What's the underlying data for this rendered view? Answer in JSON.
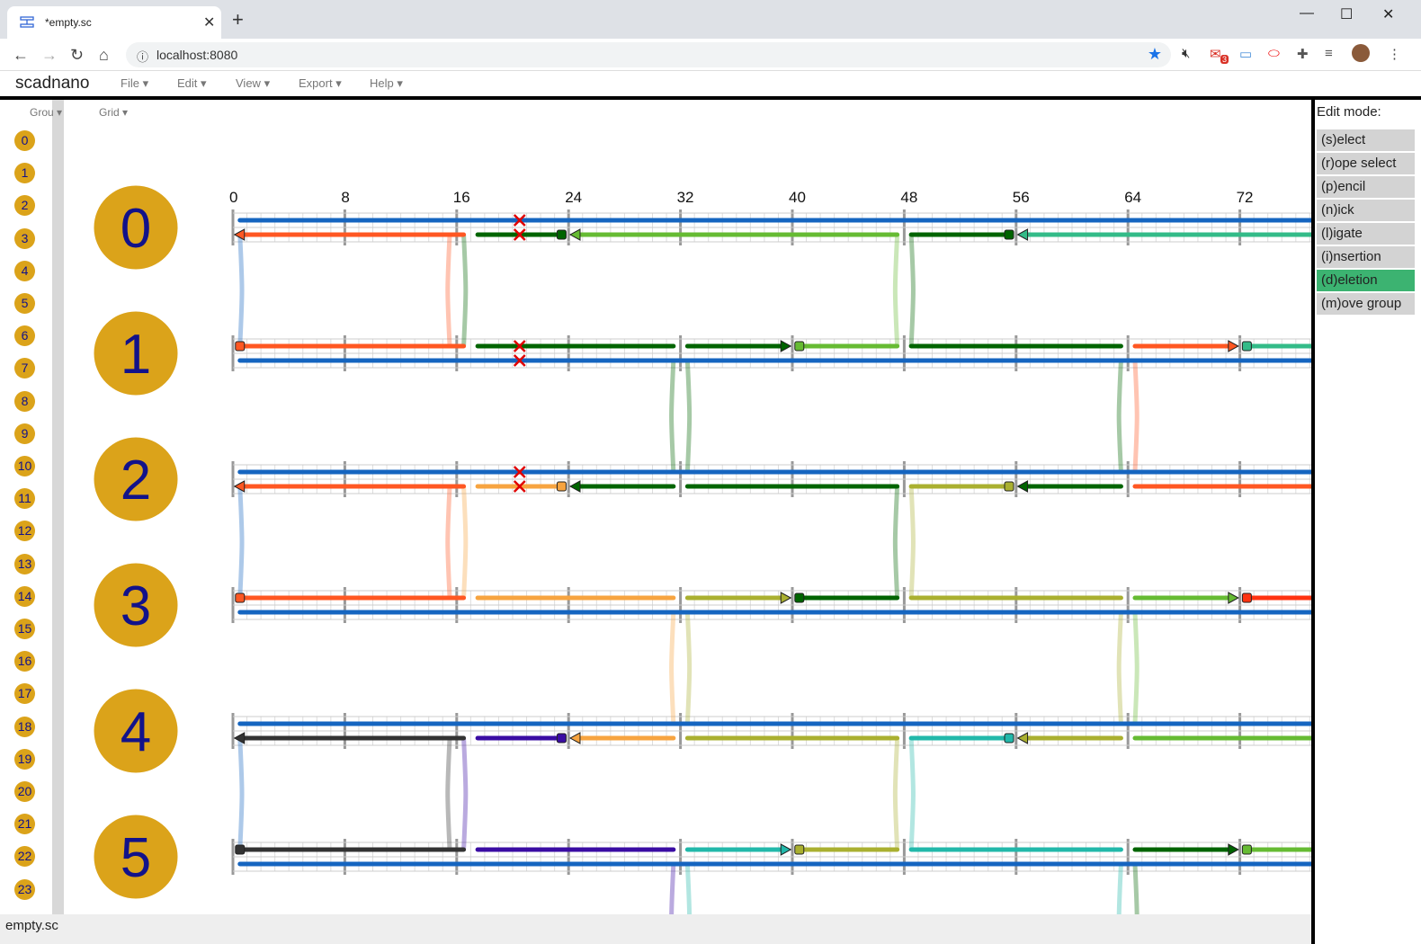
{
  "browser": {
    "tab_title": "*empty.sc",
    "url": "localhost:8080",
    "extension_badge": "3"
  },
  "app": {
    "name": "scadnano",
    "menus": [
      "File",
      "Edit",
      "View",
      "Export",
      "Help"
    ],
    "side_menus": [
      "Grou",
      "Grid"
    ],
    "helix_indices": [
      "0",
      "1",
      "2",
      "3",
      "4",
      "5",
      "6",
      "7",
      "8",
      "9",
      "10",
      "11",
      "12",
      "13",
      "14",
      "15",
      "16",
      "17",
      "18",
      "19",
      "20",
      "21",
      "22",
      "23"
    ],
    "big_helix_labels": [
      "0",
      "1",
      "2",
      "3",
      "4",
      "5"
    ],
    "ruler_ticks": [
      "0",
      "8",
      "16",
      "24",
      "32",
      "40",
      "48",
      "56",
      "64",
      "72"
    ]
  },
  "edit_panel": {
    "title": "Edit mode:",
    "modes": [
      {
        "label": "(s)elect",
        "active": false
      },
      {
        "label": "(r)ope select",
        "active": false
      },
      {
        "label": "(p)encil",
        "active": false
      },
      {
        "label": "(n)ick",
        "active": false
      },
      {
        "label": "(l)igate",
        "active": false
      },
      {
        "label": "(i)nsertion",
        "active": false
      },
      {
        "label": "(d)eletion",
        "active": true
      },
      {
        "label": "(m)ove group",
        "active": false
      }
    ]
  },
  "status": {
    "filename": "empty.sc"
  },
  "colors": {
    "accent_active": "#3cb371",
    "helix_circle": "#dba31a",
    "helix_label": "#12128a",
    "scaffold": "#1565c0",
    "deletion_mark": "#e00000"
  },
  "design": {
    "helices": 6,
    "max_offset": 80,
    "deletions": [
      {
        "helix": 0,
        "offset": 20
      },
      {
        "helix": 1,
        "offset": 20
      },
      {
        "helix": 2,
        "offset": 20
      }
    ],
    "strands": [
      {
        "color": "#1565c0",
        "segments": [
          [
            0,
            "top",
            0,
            80
          ],
          [
            1,
            "bot",
            0,
            80
          ],
          [
            2,
            "top",
            0,
            80
          ],
          [
            3,
            "bot",
            0,
            80
          ],
          [
            4,
            "top",
            0,
            80
          ],
          [
            5,
            "bot",
            0,
            80
          ]
        ]
      },
      {
        "color": "#ff5722",
        "segments": [
          [
            0,
            "bot",
            0,
            16
          ],
          [
            1,
            "top",
            0,
            16
          ]
        ]
      },
      {
        "color": "#006400",
        "segments": [
          [
            0,
            "bot",
            17,
            23
          ],
          [
            1,
            "top",
            17,
            31
          ]
        ]
      },
      {
        "color": "#66bb33",
        "segments": [
          [
            0,
            "bot",
            24,
            47
          ],
          [
            1,
            "top",
            40,
            47
          ]
        ]
      },
      {
        "color": "#006400",
        "segments": [
          [
            0,
            "bot",
            48,
            55
          ],
          [
            1,
            "top",
            48,
            63
          ]
        ]
      },
      {
        "color": "#33bb88",
        "segments": [
          [
            0,
            "bot",
            56,
            80
          ],
          [
            1,
            "top",
            72,
            80
          ]
        ]
      },
      {
        "color": "#006400",
        "segments": [
          [
            1,
            "top",
            32,
            39
          ],
          [
            2,
            "bot",
            24,
            31
          ]
        ]
      },
      {
        "color": "#006400",
        "segments": [
          [
            2,
            "bot",
            32,
            47
          ],
          [
            3,
            "top",
            40,
            47
          ]
        ]
      },
      {
        "color": "#ff5722",
        "segments": [
          [
            1,
            "top",
            64,
            71
          ],
          [
            2,
            "bot",
            64,
            80
          ]
        ]
      },
      {
        "color": "#ff5722",
        "segments": [
          [
            2,
            "bot",
            0,
            16
          ],
          [
            3,
            "top",
            0,
            16
          ]
        ]
      },
      {
        "color": "#f7a440",
        "segments": [
          [
            2,
            "bot",
            17,
            23
          ],
          [
            3,
            "top",
            17,
            31
          ],
          [
            4,
            "bot",
            24,
            31
          ]
        ]
      },
      {
        "color": "#aab030",
        "segments": [
          [
            2,
            "bot",
            48,
            55
          ],
          [
            3,
            "top",
            48,
            63
          ]
        ]
      },
      {
        "color": "#006400",
        "segments": [
          [
            2,
            "bot",
            56,
            63
          ]
        ]
      },
      {
        "color": "#aab030",
        "segments": [
          [
            3,
            "top",
            32,
            39
          ],
          [
            4,
            "bot",
            32,
            47
          ],
          [
            5,
            "top",
            40,
            47
          ]
        ]
      },
      {
        "color": "#66bb33",
        "segments": [
          [
            3,
            "top",
            64,
            71
          ],
          [
            4,
            "bot",
            64,
            80
          ]
        ]
      },
      {
        "color": "#ff3311",
        "segments": [
          [
            3,
            "top",
            72,
            80
          ]
        ]
      },
      {
        "color": "#333333",
        "segments": [
          [
            4,
            "bot",
            0,
            16
          ],
          [
            5,
            "top",
            0,
            16
          ]
        ]
      },
      {
        "color": "#3a0ca3",
        "segments": [
          [
            4,
            "bot",
            17,
            23
          ],
          [
            5,
            "top",
            17,
            31
          ]
        ]
      },
      {
        "color": "#aab030",
        "segments": [
          [
            4,
            "bot",
            56,
            63
          ]
        ]
      },
      {
        "color": "#22b8aa",
        "segments": [
          [
            4,
            "bot",
            48,
            55
          ],
          [
            5,
            "top",
            48,
            63
          ]
        ]
      },
      {
        "color": "#22b8aa",
        "segments": [
          [
            5,
            "top",
            32,
            39
          ]
        ]
      },
      {
        "color": "#006400",
        "segments": [
          [
            5,
            "top",
            64,
            71
          ]
        ]
      },
      {
        "color": "#66bb33",
        "segments": [
          [
            5,
            "top",
            72,
            80
          ]
        ]
      }
    ],
    "crossovers": [
      {
        "color": "#1565c0",
        "offset": 0,
        "from": 0,
        "to": 1
      },
      {
        "color": "#ff5722",
        "offset": 15,
        "from": 0,
        "to": 1
      },
      {
        "color": "#006400",
        "offset": 16,
        "from": 0,
        "to": 1
      },
      {
        "color": "#66bb33",
        "offset": 47,
        "from": 0,
        "to": 1
      },
      {
        "color": "#006400",
        "offset": 48,
        "from": 0,
        "to": 1
      },
      {
        "color": "#006400",
        "offset": 31,
        "from": 1,
        "to": 2
      },
      {
        "color": "#006400",
        "offset": 32,
        "from": 1,
        "to": 2
      },
      {
        "color": "#006400",
        "offset": 63,
        "from": 1,
        "to": 2
      },
      {
        "color": "#ff5722",
        "offset": 64,
        "from": 1,
        "to": 2
      },
      {
        "color": "#1565c0",
        "offset": 0,
        "from": 2,
        "to": 3
      },
      {
        "color": "#ff5722",
        "offset": 15,
        "from": 2,
        "to": 3
      },
      {
        "color": "#f7a440",
        "offset": 16,
        "from": 2,
        "to": 3
      },
      {
        "color": "#006400",
        "offset": 47,
        "from": 2,
        "to": 3
      },
      {
        "color": "#aab030",
        "offset": 48,
        "from": 2,
        "to": 3
      },
      {
        "color": "#f7a440",
        "offset": 31,
        "from": 3,
        "to": 4
      },
      {
        "color": "#aab030",
        "offset": 32,
        "from": 3,
        "to": 4
      },
      {
        "color": "#aab030",
        "offset": 63,
        "from": 3,
        "to": 4
      },
      {
        "color": "#66bb33",
        "offset": 64,
        "from": 3,
        "to": 4
      },
      {
        "color": "#1565c0",
        "offset": 0,
        "from": 4,
        "to": 5
      },
      {
        "color": "#333333",
        "offset": 15,
        "from": 4,
        "to": 5
      },
      {
        "color": "#3a0ca3",
        "offset": 16,
        "from": 4,
        "to": 5
      },
      {
        "color": "#aab030",
        "offset": 47,
        "from": 4,
        "to": 5
      },
      {
        "color": "#22b8aa",
        "offset": 48,
        "from": 4,
        "to": 5
      },
      {
        "color": "#3a0ca3",
        "offset": 31,
        "from": 5,
        "to": 6
      },
      {
        "color": "#22b8aa",
        "offset": 32,
        "from": 5,
        "to": 6
      },
      {
        "color": "#22b8aa",
        "offset": 63,
        "from": 5,
        "to": 6
      },
      {
        "color": "#006400",
        "offset": 64,
        "from": 5,
        "to": 6
      }
    ],
    "ends_5p": [
      {
        "helix": 0,
        "offset": 23,
        "color": "#006400"
      },
      {
        "helix": 0,
        "offset": 55,
        "color": "#006400"
      },
      {
        "helix": 1,
        "offset": 0,
        "color": "#ff5722"
      },
      {
        "helix": 1,
        "offset": 40,
        "color": "#66bb33"
      },
      {
        "helix": 1,
        "offset": 72,
        "color": "#33bb88"
      },
      {
        "helix": 2,
        "offset": 23,
        "color": "#f7a440"
      },
      {
        "helix": 2,
        "offset": 55,
        "color": "#aab030"
      },
      {
        "helix": 3,
        "offset": 0,
        "color": "#ff5722"
      },
      {
        "helix": 3,
        "offset": 40,
        "color": "#006400"
      },
      {
        "helix": 3,
        "offset": 72,
        "color": "#ff3311"
      },
      {
        "helix": 4,
        "offset": 23,
        "color": "#3a0ca3"
      },
      {
        "helix": 4,
        "offset": 55,
        "color": "#22b8aa"
      },
      {
        "helix": 5,
        "offset": 0,
        "color": "#333333"
      },
      {
        "helix": 5,
        "offset": 40,
        "color": "#aab030"
      },
      {
        "helix": 5,
        "offset": 72,
        "color": "#66bb33"
      }
    ],
    "ends_3p": [
      {
        "helix": 0,
        "offset": 0,
        "color": "#ff5722",
        "dir": "left"
      },
      {
        "helix": 0,
        "offset": 24,
        "color": "#66bb33",
        "dir": "left"
      },
      {
        "helix": 0,
        "offset": 56,
        "color": "#33bb88",
        "dir": "left"
      },
      {
        "helix": 1,
        "offset": 39,
        "color": "#006400",
        "dir": "right"
      },
      {
        "helix": 1,
        "offset": 71,
        "color": "#ff5722",
        "dir": "right"
      },
      {
        "helix": 2,
        "offset": 0,
        "color": "#ff5722",
        "dir": "left"
      },
      {
        "helix": 2,
        "offset": 24,
        "color": "#006400",
        "dir": "left"
      },
      {
        "helix": 2,
        "offset": 56,
        "color": "#006400",
        "dir": "left"
      },
      {
        "helix": 3,
        "offset": 39,
        "color": "#aab030",
        "dir": "right"
      },
      {
        "helix": 3,
        "offset": 71,
        "color": "#66bb33",
        "dir": "right"
      },
      {
        "helix": 4,
        "offset": 0,
        "color": "#333333",
        "dir": "left"
      },
      {
        "helix": 4,
        "offset": 24,
        "color": "#f7a440",
        "dir": "left"
      },
      {
        "helix": 4,
        "offset": 56,
        "color": "#aab030",
        "dir": "left"
      },
      {
        "helix": 5,
        "offset": 39,
        "color": "#22b8aa",
        "dir": "right"
      },
      {
        "helix": 5,
        "offset": 71,
        "color": "#006400",
        "dir": "right"
      }
    ]
  }
}
